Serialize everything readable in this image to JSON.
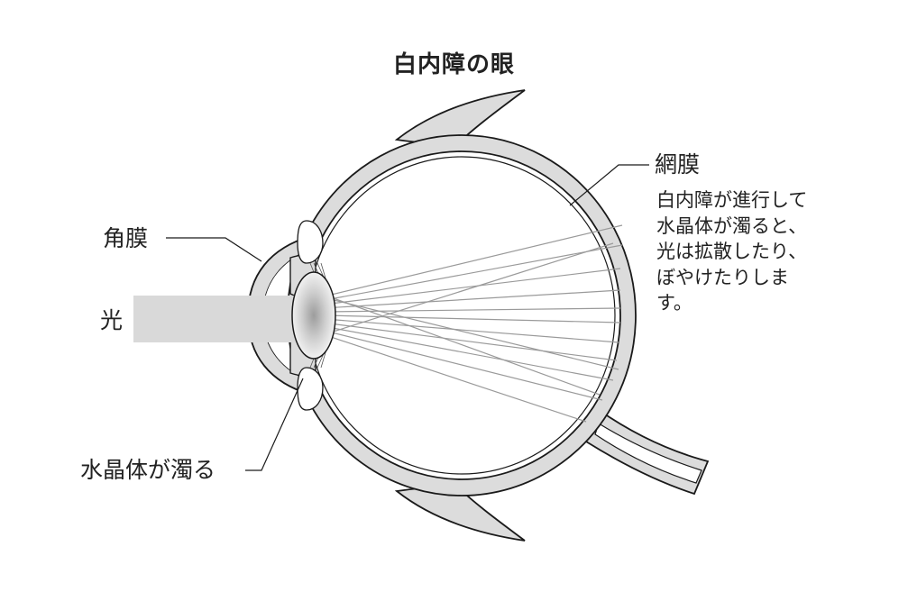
{
  "title": "白内障の眼",
  "labels": {
    "cornea": "角膜",
    "light": "光",
    "lens": "水晶体が濁る",
    "retina": "網膜"
  },
  "note": "白内障が進行して水晶体が濁ると、光は拡散したり、ぼやけたりします。",
  "colors": {
    "tissue_fill": "#dcdcdc",
    "outline": "#1a1a1a",
    "light_beam": "#d9d9d9",
    "rays": "#9a9a9a"
  }
}
